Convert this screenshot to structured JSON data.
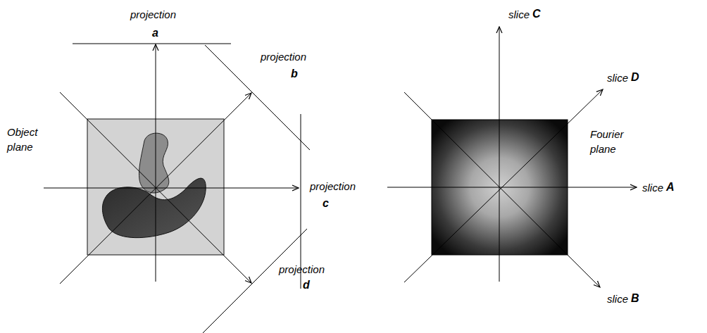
{
  "diagram": {
    "labels": [
      "projection",
      "a",
      "projection",
      "b",
      "Object plane",
      "projection",
      "c",
      "projection",
      "d",
      "slice",
      "C",
      "slice",
      "D",
      "Fourier plane",
      "slice",
      "A",
      "slice",
      "B"
    ]
  }
}
